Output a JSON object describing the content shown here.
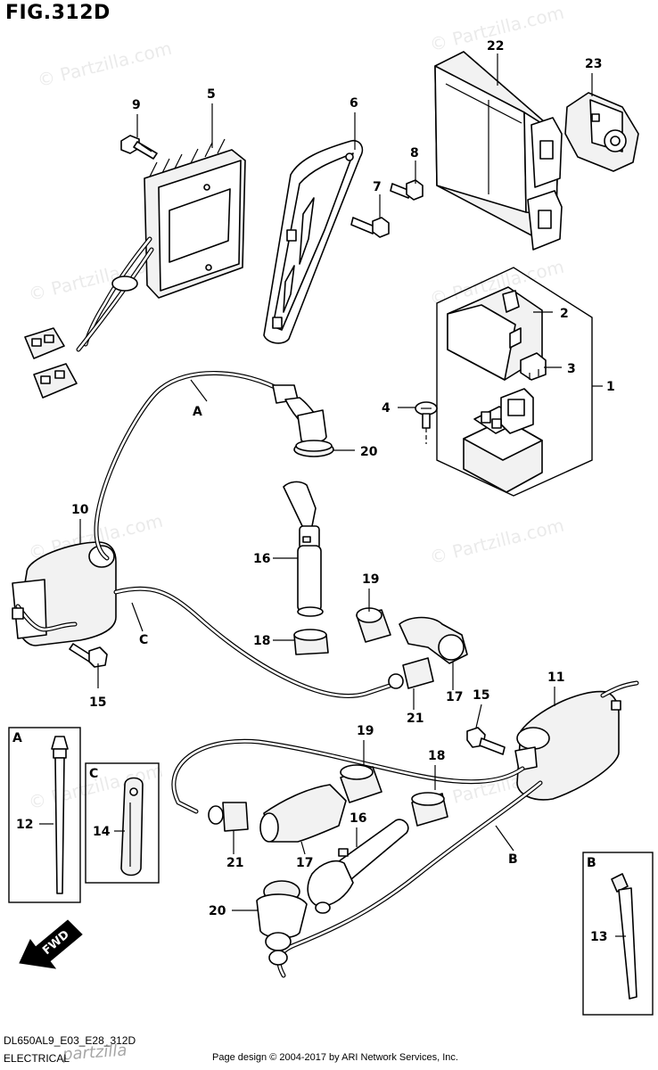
{
  "figure": {
    "title": "FIG.312D",
    "model_code": "DL650AL9_E03_E28_312D",
    "section": "ELECTRICAL",
    "credit": "Page design © 2004-2017 by ARI Network Services, Inc.",
    "watermark": "© Partzilla.com",
    "watermark_small": "partzilla"
  },
  "callouts": {
    "p1": "1",
    "p2": "2",
    "p3": "3",
    "p4": "4",
    "p5": "5",
    "p6": "6",
    "p7": "7",
    "p8": "8",
    "p9": "9",
    "p10": "10",
    "p11": "11",
    "p12": "12",
    "p13": "13",
    "p14": "14",
    "p15a": "15",
    "p15b": "15",
    "p16a": "16",
    "p16b": "16",
    "p17a": "17",
    "p17b": "17",
    "p18a": "18",
    "p18b": "18",
    "p19a": "19",
    "p19b": "19",
    "p20a": "20",
    "p20b": "20",
    "p21a": "21",
    "p21b": "21",
    "p22": "22",
    "p23": "23"
  },
  "clamp_refs": {
    "a_top": "A",
    "b_right": "B",
    "c_left": "C"
  },
  "inset_boxes": {
    "a": "A",
    "b": "B",
    "c": "C"
  },
  "direction_arrow": "FWD"
}
